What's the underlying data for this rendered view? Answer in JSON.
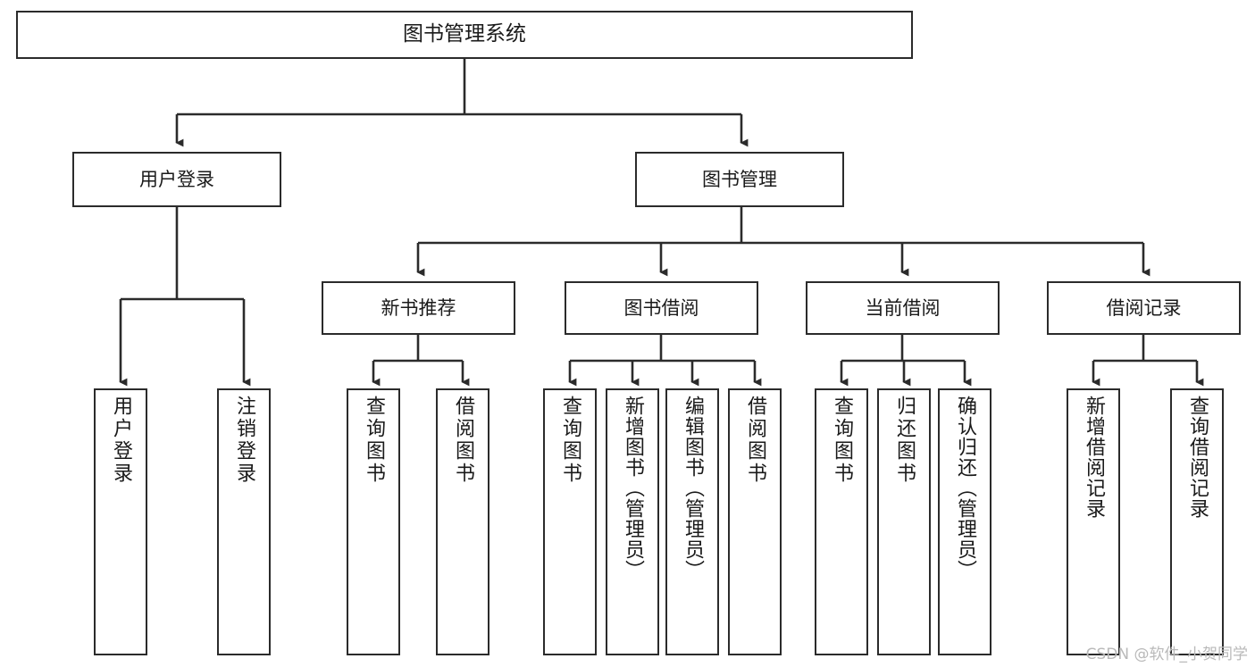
{
  "diagram": {
    "title": "图书管理系统",
    "type": "tree-hierarchy",
    "root": {
      "id": "root",
      "label": "图书管理系统"
    },
    "level2": [
      {
        "id": "user-login",
        "label": "用户登录"
      },
      {
        "id": "book-manage",
        "label": "图书管理"
      }
    ],
    "level3": [
      {
        "id": "new-book-recommend",
        "label": "新书推荐",
        "parent": "book-manage"
      },
      {
        "id": "book-borrow",
        "label": "图书借阅",
        "parent": "book-manage"
      },
      {
        "id": "current-borrow",
        "label": "当前借阅",
        "parent": "book-manage"
      },
      {
        "id": "borrow-record",
        "label": "借阅记录",
        "parent": "book-manage"
      }
    ],
    "leaves": [
      {
        "id": "leaf-user-login",
        "label": "用户登录",
        "parent": "user-login"
      },
      {
        "id": "leaf-logout",
        "label": "注销登录",
        "parent": "user-login"
      },
      {
        "id": "leaf-query-book-1",
        "label": "查询图书",
        "parent": "new-book-recommend"
      },
      {
        "id": "leaf-borrow-book-1",
        "label": "借阅图书",
        "parent": "new-book-recommend"
      },
      {
        "id": "leaf-query-book-2",
        "label": "查询图书",
        "parent": "book-borrow"
      },
      {
        "id": "leaf-add-book",
        "label": "新增图书（管理员）",
        "parent": "book-borrow"
      },
      {
        "id": "leaf-edit-book",
        "label": "编辑图书（管理员）",
        "parent": "book-borrow"
      },
      {
        "id": "leaf-borrow-book-2",
        "label": "借阅图书",
        "parent": "book-borrow"
      },
      {
        "id": "leaf-query-book-3",
        "label": "查询图书",
        "parent": "current-borrow"
      },
      {
        "id": "leaf-return-book",
        "label": "归还图书",
        "parent": "current-borrow"
      },
      {
        "id": "leaf-confirm-return",
        "label": "确认归还（管理员）",
        "parent": "current-borrow"
      },
      {
        "id": "leaf-add-record",
        "label": "新增借阅记录",
        "parent": "borrow-record"
      },
      {
        "id": "leaf-query-record",
        "label": "查询借阅记录",
        "parent": "borrow-record"
      }
    ],
    "colors": {
      "stroke": "#2b2b2b",
      "fill": "#ffffff",
      "text": "#1a1a1a",
      "watermark": "#b9b9b9"
    }
  },
  "watermark": {
    "text": "CSDN @软件_小贺同学"
  }
}
